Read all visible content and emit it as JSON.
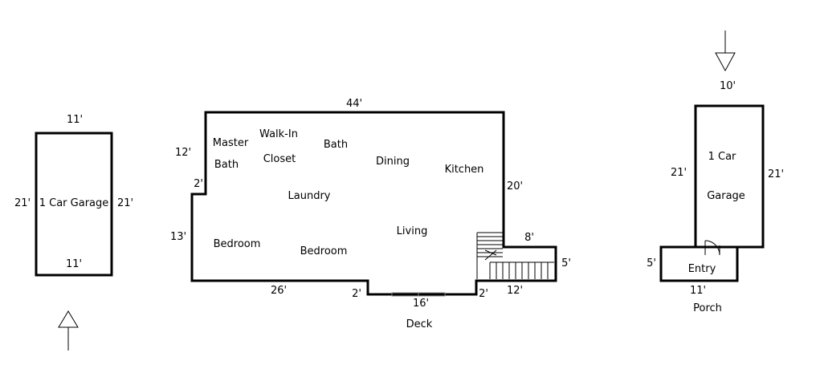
{
  "colors": {
    "wall": "#000000",
    "background": "#ffffff",
    "door_slider": "#8a8a8a"
  },
  "icons": {
    "north_arrow_left": "arrow-up-icon",
    "north_arrow_right": "arrow-down-icon"
  },
  "detached_garage": {
    "dim_top": "11'",
    "dim_bottom": "11'",
    "dim_left": "21'",
    "dim_right": "21'",
    "room_label": "1 Car Garage"
  },
  "main_house": {
    "dim_top": "44'",
    "dim_left_upper": "12'",
    "dim_jog": "2'",
    "dim_left_lower": "13'",
    "dim_right": "20'",
    "dim_bottom_left": "26'",
    "dim_deck_left": "2'",
    "dim_deck": "16'",
    "dim_deck_right": "2'",
    "dim_step_top": "8'",
    "dim_step_side": "5'",
    "dim_step_bottom": "12'",
    "rooms": {
      "master_line1": "Master",
      "master_line2": "Bath",
      "walkin_line1": "Walk-In",
      "walkin_line2": "Closet",
      "bath": "Bath",
      "dining": "Dining",
      "kitchen": "Kitchen",
      "laundry": "Laundry",
      "living": "Living",
      "bedroom_1": "Bedroom",
      "bedroom_2": "Bedroom"
    },
    "deck_label": "Deck"
  },
  "attached_garage": {
    "dim_top": "10'",
    "dim_left": "21'",
    "dim_right": "21'",
    "room_line1": "1 Car",
    "room_line2": "Garage",
    "dim_entry_side": "5'",
    "entry_label": "Entry",
    "dim_entry_bottom": "11'",
    "porch_label": "Porch"
  }
}
